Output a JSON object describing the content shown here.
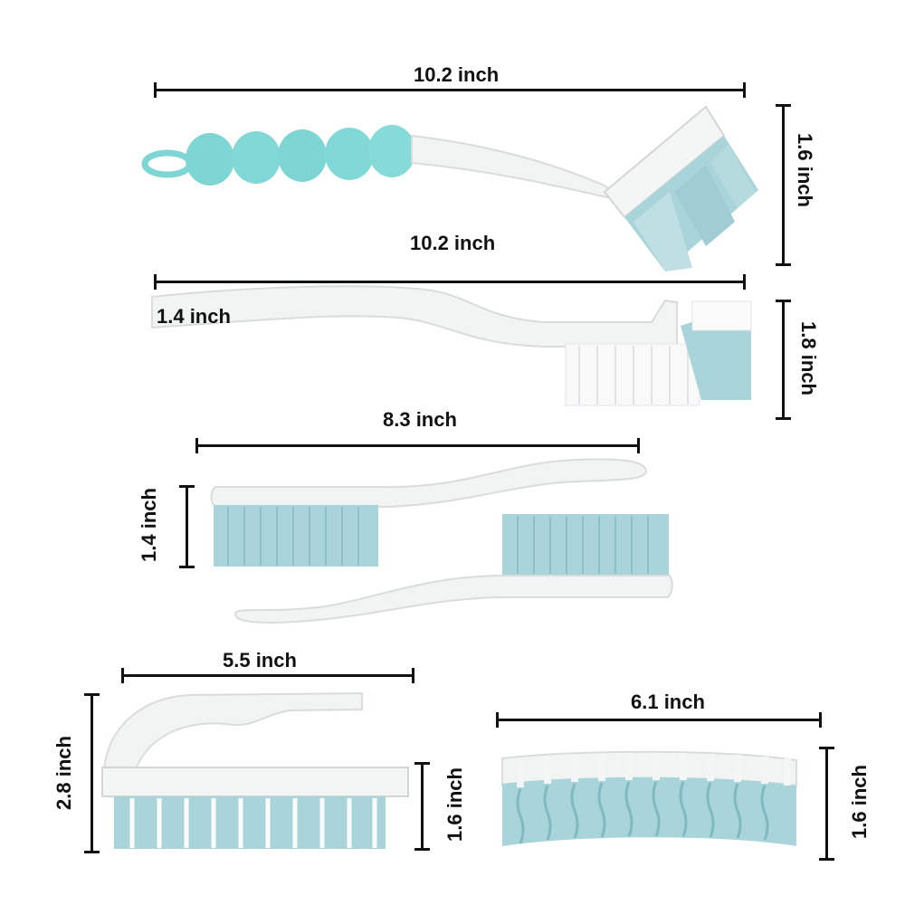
{
  "colors": {
    "handle": "#f2f3f3",
    "handle_shade": "#d9dcdd",
    "bristle": "#a9d5da",
    "bristle_dark": "#7fb9c1",
    "bristle_white": "#fbfbfb",
    "grip": "#7ed6d4",
    "line": "#111111"
  },
  "dimensions": {
    "dish_brush_length": "10.2 inch",
    "dish_brush_height": "1.6 inch",
    "corner_brush_length": "10.2 inch",
    "corner_brush_width": "1.4 inch",
    "corner_brush_height": "1.8 inch",
    "flat_brush_length": "8.3 inch",
    "flat_brush_height": "1.4 inch",
    "hand_brush_length": "5.5 inch",
    "hand_brush_total_height": "2.8 inch",
    "hand_brush_head_height": "1.6 inch",
    "round_brush_length": "6.1 inch",
    "round_brush_height": "1.6 inch"
  }
}
